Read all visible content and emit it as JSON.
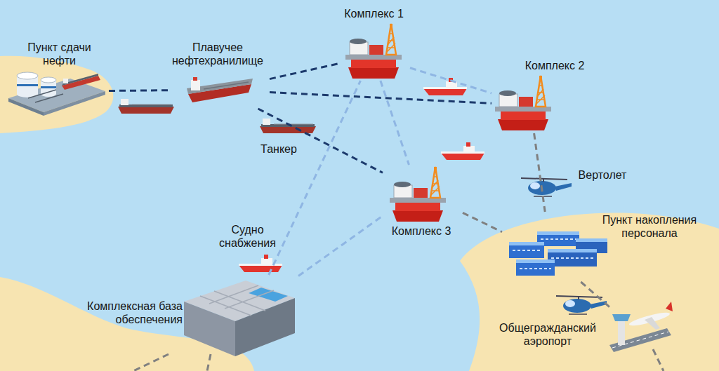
{
  "diagram": {
    "nodes": [
      {
        "text": [
          "Пункт сдачи нефти"
        ]
      },
      {
        "text": [
          "Плавучее нефтехранилище"
        ]
      },
      {
        "text": [
          "Комплекс 1"
        ]
      },
      {
        "text": [
          "Комплекс 2"
        ]
      },
      {
        "text": [
          "Комплекс 3"
        ]
      },
      {
        "text": [
          "Пункт накопления персонала"
        ]
      },
      {
        "text": [
          "Комплексная база обеспечения"
        ]
      },
      {
        "text": [
          "Общегражданский аэропорт"
        ]
      }
    ],
    "edges": [
      {
        "from": 0,
        "to": 1,
        "arrow": "none"
      },
      {
        "from": 1,
        "to": 2,
        "arrow": "none"
      },
      {
        "from": 1,
        "to": 3,
        "arrow": "none"
      },
      {
        "from": 1,
        "to": 4,
        "arrow": "none",
        "label": "Танкер"
      },
      {
        "from": 2,
        "to": 3,
        "arrow": "none"
      },
      {
        "from": 2,
        "to": 4,
        "arrow": "none"
      },
      {
        "from": 6,
        "to": 2,
        "arrow": "none",
        "label": "Судно снабжения"
      },
      {
        "from": 6,
        "to": 4,
        "arrow": "none"
      },
      {
        "from": 3,
        "to": 5,
        "arrow": "none",
        "label": "Вертолет"
      },
      {
        "from": 4,
        "to": 5,
        "arrow": "none"
      },
      {
        "from": 5,
        "to": 7,
        "arrow": "none"
      }
    ]
  }
}
